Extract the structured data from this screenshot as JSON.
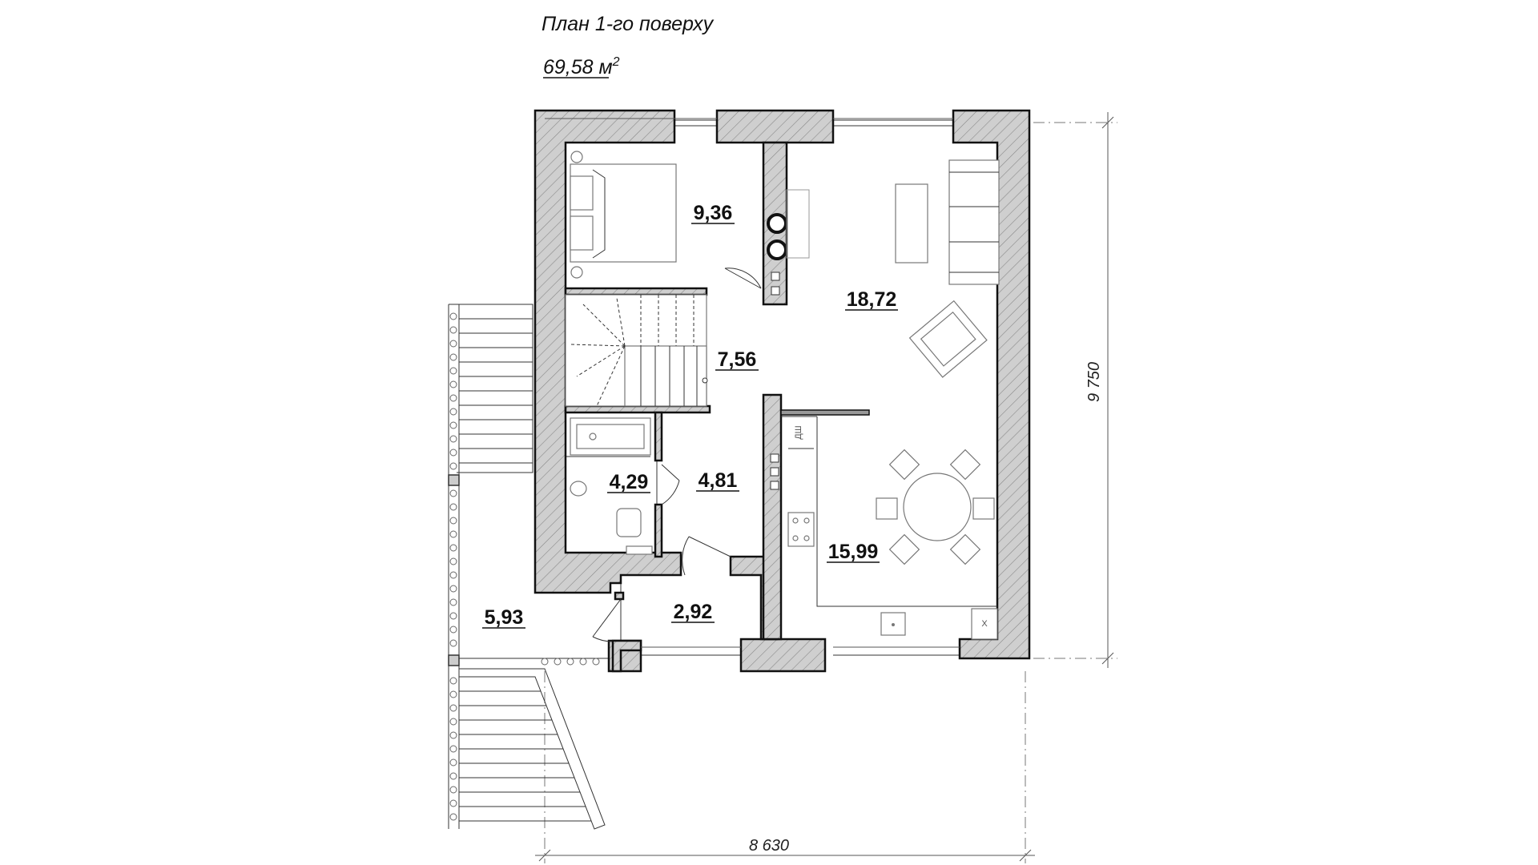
{
  "title": "План 1-го поверху",
  "total_area": {
    "value": "69,58 м",
    "superscript": "2"
  },
  "rooms": [
    {
      "id": "bedroom",
      "area": "9,36"
    },
    {
      "id": "living",
      "area": "18,72"
    },
    {
      "id": "hall",
      "area": "7,56"
    },
    {
      "id": "bathroom",
      "area": "4,29"
    },
    {
      "id": "corridor",
      "area": "4,81"
    },
    {
      "id": "kitchen",
      "area": "15,99"
    },
    {
      "id": "vestibule",
      "area": "2,92"
    },
    {
      "id": "terrace",
      "area": "5,93"
    }
  ],
  "dimensions": {
    "width": "8 630",
    "height": "9 750"
  },
  "annotations": {
    "shower": "ДШ",
    "fridge": "Х"
  }
}
